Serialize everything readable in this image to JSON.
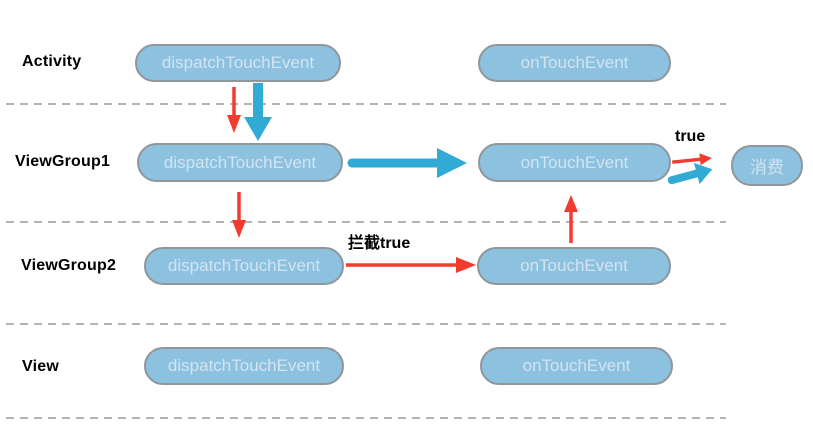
{
  "diagram": {
    "title_implied": "Android touch event dispatch flow",
    "layers": [
      {
        "label": "Activity",
        "dispatch": "dispatchTouchEvent",
        "ontouch": "onTouchEvent"
      },
      {
        "label": "ViewGroup1",
        "dispatch": "dispatchTouchEvent",
        "ontouch": "onTouchEvent"
      },
      {
        "label": "ViewGroup2",
        "dispatch": "dispatchTouchEvent",
        "ontouch": "onTouchEvent"
      },
      {
        "label": "View",
        "dispatch": "dispatchTouchEvent",
        "ontouch": "onTouchEvent"
      }
    ],
    "consume_label": "消费",
    "annotations": {
      "true_label": "true",
      "intercept_label": "拦截true"
    },
    "colors": {
      "node_fill": "#8cc1df",
      "node_border": "#8f969c",
      "node_text": "#d3e4f1",
      "red_arrow": "#f23b2e",
      "blue_arrow": "#31abd5",
      "dashed_line": "#b3b3b3",
      "label_text": "#000000"
    }
  }
}
